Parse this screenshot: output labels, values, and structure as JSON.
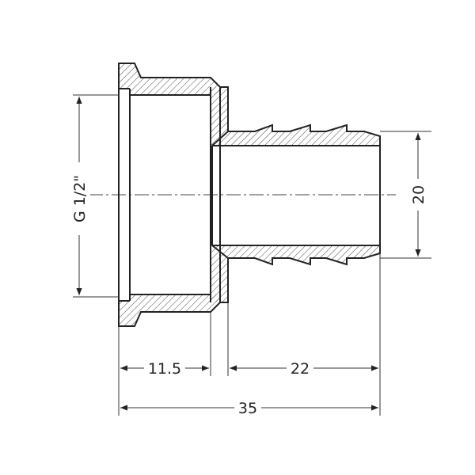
{
  "drawing": {
    "dimensions": {
      "thread_size": "G 1/2\"",
      "outer_diameter": "20",
      "nut_length": "11.5",
      "hose_tail_length": "22",
      "overall_length": "35"
    },
    "colors": {
      "line": "#222222",
      "background": "#ffffff"
    }
  }
}
